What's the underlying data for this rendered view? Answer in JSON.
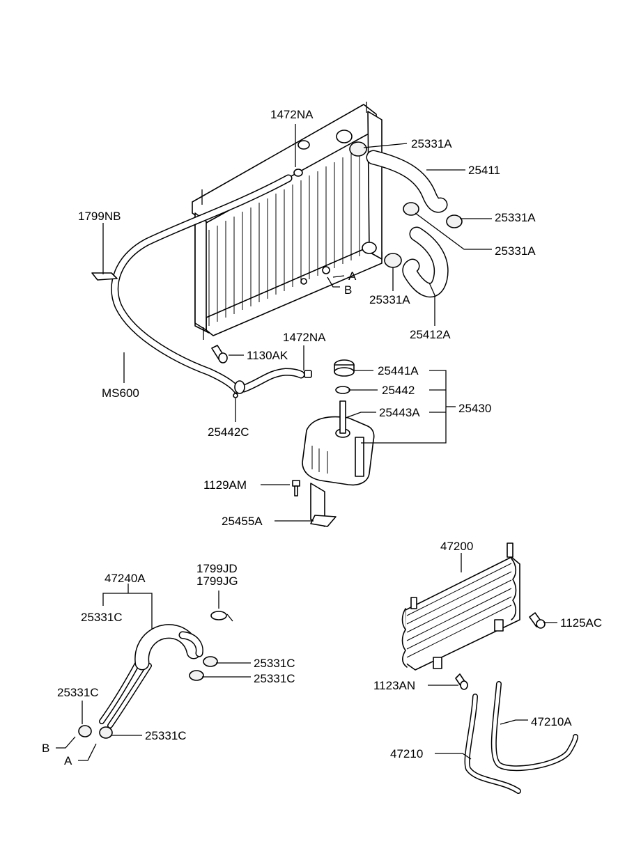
{
  "labels": {
    "p1472NA_top": "1472NA",
    "p25331A_1": "25331A",
    "p25411": "25411",
    "p1799NB": "1799NB",
    "p25331A_2": "25331A",
    "p25331A_3": "25331A",
    "pA_top": "A",
    "pB_top": "B",
    "p25331A_4": "25331A",
    "p25412A": "25412A",
    "p1472NA_mid": "1472NA",
    "p1130AK": "1130AK",
    "p25441A": "25441A",
    "p25442": "25442",
    "p25443A": "25443A",
    "p25430": "25430",
    "pMS600": "MS600",
    "p25442C": "25442C",
    "p1129AM": "1129AM",
    "p25455A": "25455A",
    "p47200": "47200",
    "p1125AC": "1125AC",
    "p1123AN": "1123AN",
    "p47210A": "47210A",
    "p47210": "47210",
    "p1799JD": "1799JD",
    "p1799JG": "1799JG",
    "p47240A": "47240A",
    "p25331C_1": "25331C",
    "p25331C_2": "25331C",
    "p25331C_3": "25331C",
    "p25331C_4": "25331C",
    "p25331C_5": "25331C",
    "pB_bottom": "B",
    "pA_bottom": "A"
  },
  "icons": {
    "radiator": "radiator-icon",
    "reservoir": "coolant-reservoir-icon",
    "oil_cooler": "oil-cooler-icon"
  }
}
